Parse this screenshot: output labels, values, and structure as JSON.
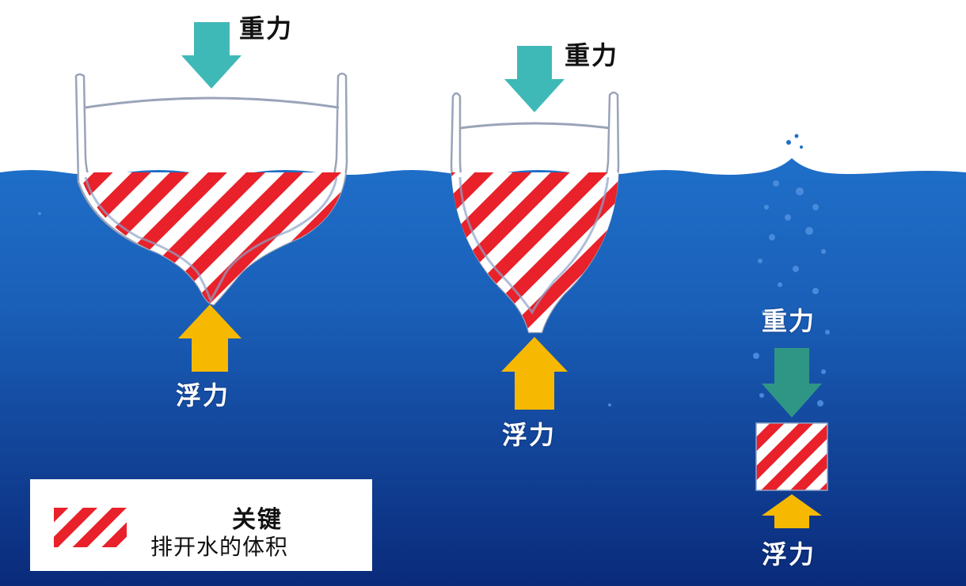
{
  "colors": {
    "water_top": "#1f6fc9",
    "water_bottom": "#0a2a7a",
    "stripe_red": "#e8212a",
    "gravity_arrow": "#3fb9b7",
    "gravity_arrow_submerged": "#2f9686",
    "buoyancy_arrow": "#f6b800",
    "hull_outline": "#9aa3b8"
  },
  "labels": {
    "gravity": "重力",
    "buoyancy": "浮力"
  },
  "legend": {
    "title": "关键",
    "text": "排开水的体积"
  }
}
